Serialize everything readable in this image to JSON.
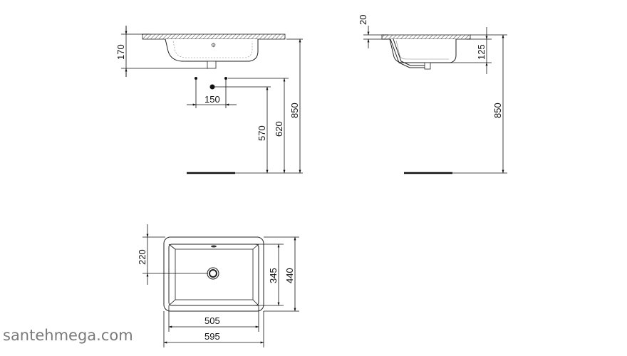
{
  "drawing": {
    "front_view": {
      "dims": {
        "depth": "170",
        "spacing": "150",
        "height_570": "570",
        "height_620": "620",
        "height_850": "850"
      }
    },
    "side_view": {
      "dims": {
        "top_thickness": "20",
        "bowl_depth": "125",
        "height_850": "850"
      }
    },
    "plan_view": {
      "dims": {
        "offset": "220",
        "inner_depth": "345",
        "outer_depth": "440",
        "inner_width": "505",
        "outer_width": "595"
      }
    },
    "watermark": "santehmega.com"
  }
}
